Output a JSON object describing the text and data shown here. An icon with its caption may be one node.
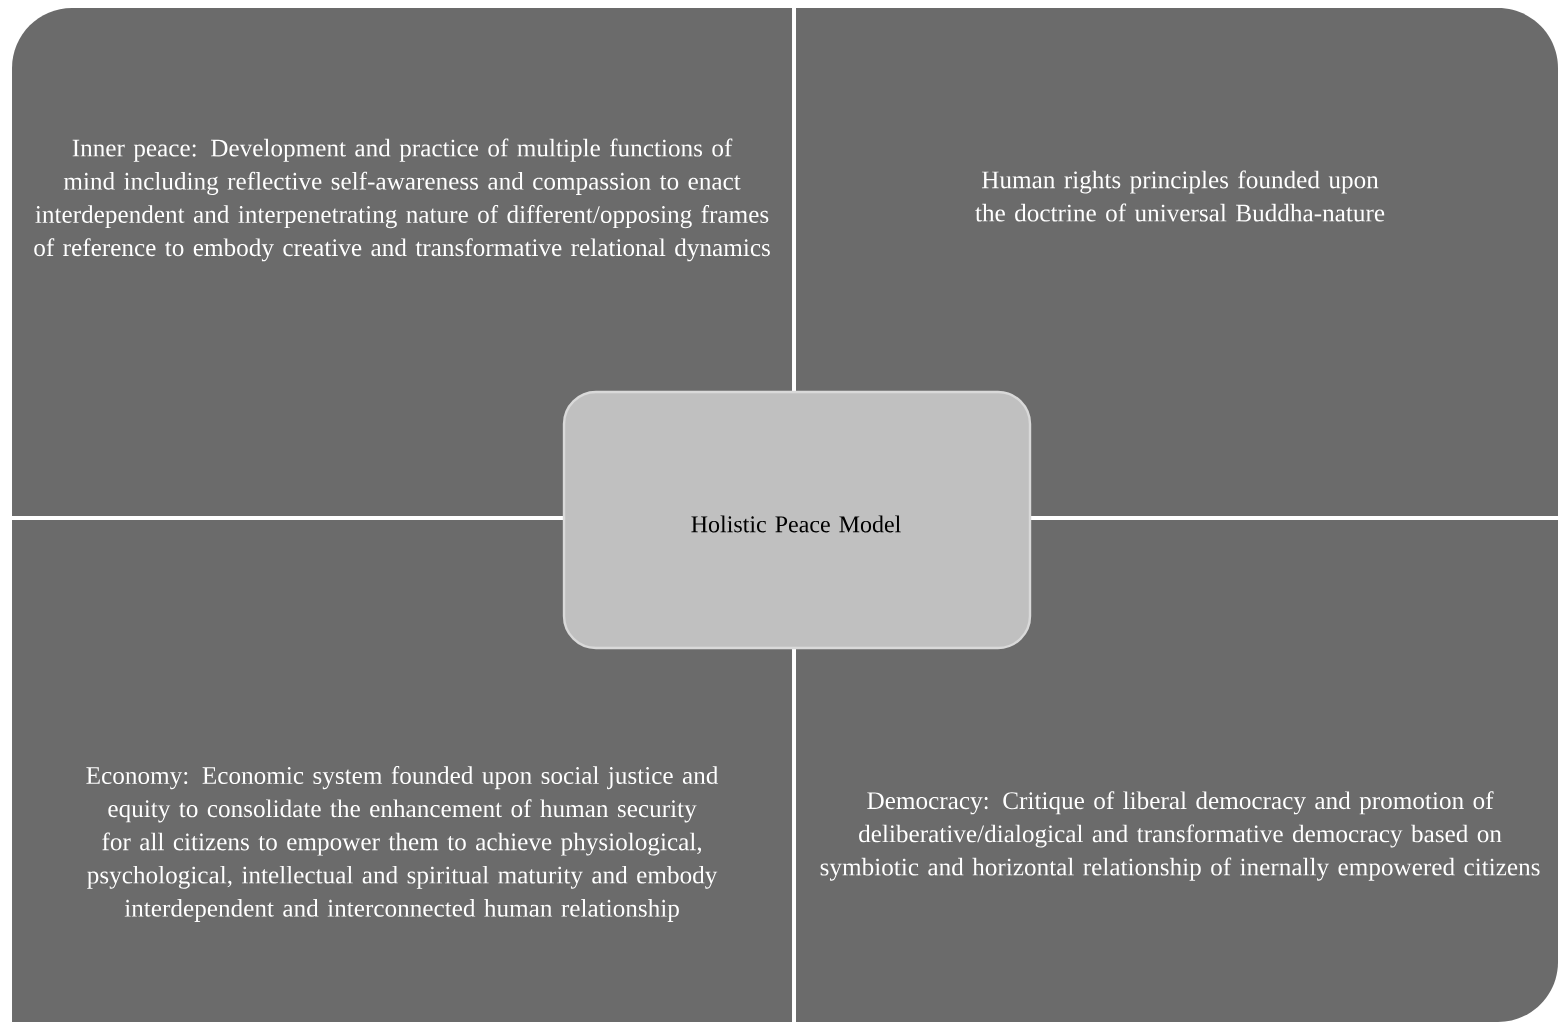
{
  "diagram": {
    "nodes": [
      {
        "text": [
          "Inner peace: Development and practice of multiple functions of mind including reflective self-awareness and compassion to enact interdependent and interpenetrating nature of different/opposing frames of reference to embody creative and transformative relational dynamics"
        ]
      },
      {
        "text": [
          "Human rights principles founded upon the doctrine of universal Buddha-nature"
        ]
      },
      {
        "text": [
          "Economy: Economic system founded upon social justice and equity to consolidate the enhancement of human security for all citizens to empower them to achieve physiological, psychological, intellectual and spiritual maturity and embody interdependent and interconnected human relationship"
        ]
      },
      {
        "text": [
          "Democracy: Critique of liberal democracy and promotion of deliberative/dialogical and transformative democracy based on symbiotic and horizontal relationship of inernally empowered citizens"
        ]
      },
      {
        "text": [
          "Holistic Peace Model"
        ]
      }
    ]
  }
}
